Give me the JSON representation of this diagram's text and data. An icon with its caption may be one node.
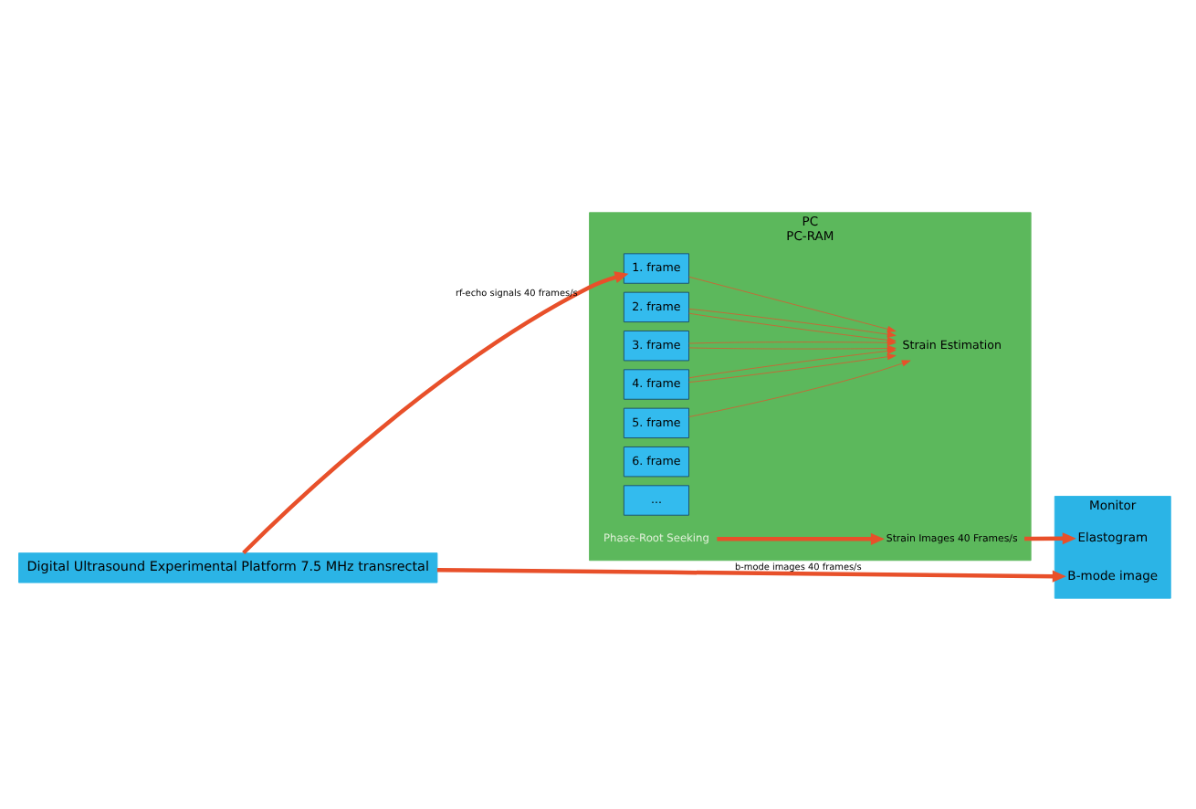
{
  "diagram": {
    "nodes": [
      {
        "text": [
          "Digital Ultrasound Experimental Platform 7.5 MHz transrectal"
        ]
      },
      {
        "text": [
          "PC",
          "PC-RAM"
        ]
      },
      {
        "text": [
          "1. frame"
        ],
        "in": 1
      },
      {
        "text": [
          "2. frame"
        ],
        "in": 1
      },
      {
        "text": [
          "3. frame"
        ],
        "in": 1
      },
      {
        "text": [
          "4. frame"
        ],
        "in": 1
      },
      {
        "text": [
          "5. frame"
        ],
        "in": 1
      },
      {
        "text": [
          "6. frame"
        ],
        "in": 1
      },
      {
        "text": [
          "..."
        ],
        "in": 1
      },
      {
        "text": [
          "Strain Estimation"
        ],
        "in": 1
      },
      {
        "text": [
          "Phase-Root Seeking"
        ],
        "in": 1
      },
      {
        "text": [
          "Strain Images 40 Frames/s"
        ],
        "in": 1
      },
      {
        "text": [
          "Monitor"
        ]
      },
      {
        "text": [
          "B-mode image"
        ],
        "in": 12
      },
      {
        "text": [
          "Elastogram"
        ],
        "in": 12
      }
    ],
    "edges": [
      {
        "from": 0,
        "to": 13,
        "arrow": "to",
        "label": "b-mode images 40 frames/s",
        "style": "thick"
      },
      {
        "from": 0,
        "to": 2,
        "arrow": "to",
        "label": "rf-echo signals 40 frames/s",
        "style": "thick"
      },
      {
        "from": 2,
        "to": 9,
        "arrow": "to"
      },
      {
        "from": 3,
        "to": 9,
        "arrow": "to"
      },
      {
        "from": 3,
        "to": 9,
        "arrow": "to"
      },
      {
        "from": 4,
        "to": 9,
        "arrow": "to"
      },
      {
        "from": 4,
        "to": 9,
        "arrow": "to"
      },
      {
        "from": 5,
        "to": 9,
        "arrow": "to"
      },
      {
        "from": 5,
        "to": 9,
        "arrow": "to"
      },
      {
        "from": 6,
        "to": 9,
        "arrow": "to"
      },
      {
        "from": 10,
        "to": 11,
        "arrow": "to",
        "style": "thick"
      },
      {
        "from": 11,
        "to": 14,
        "arrow": "to",
        "style": "thick"
      }
    ]
  }
}
